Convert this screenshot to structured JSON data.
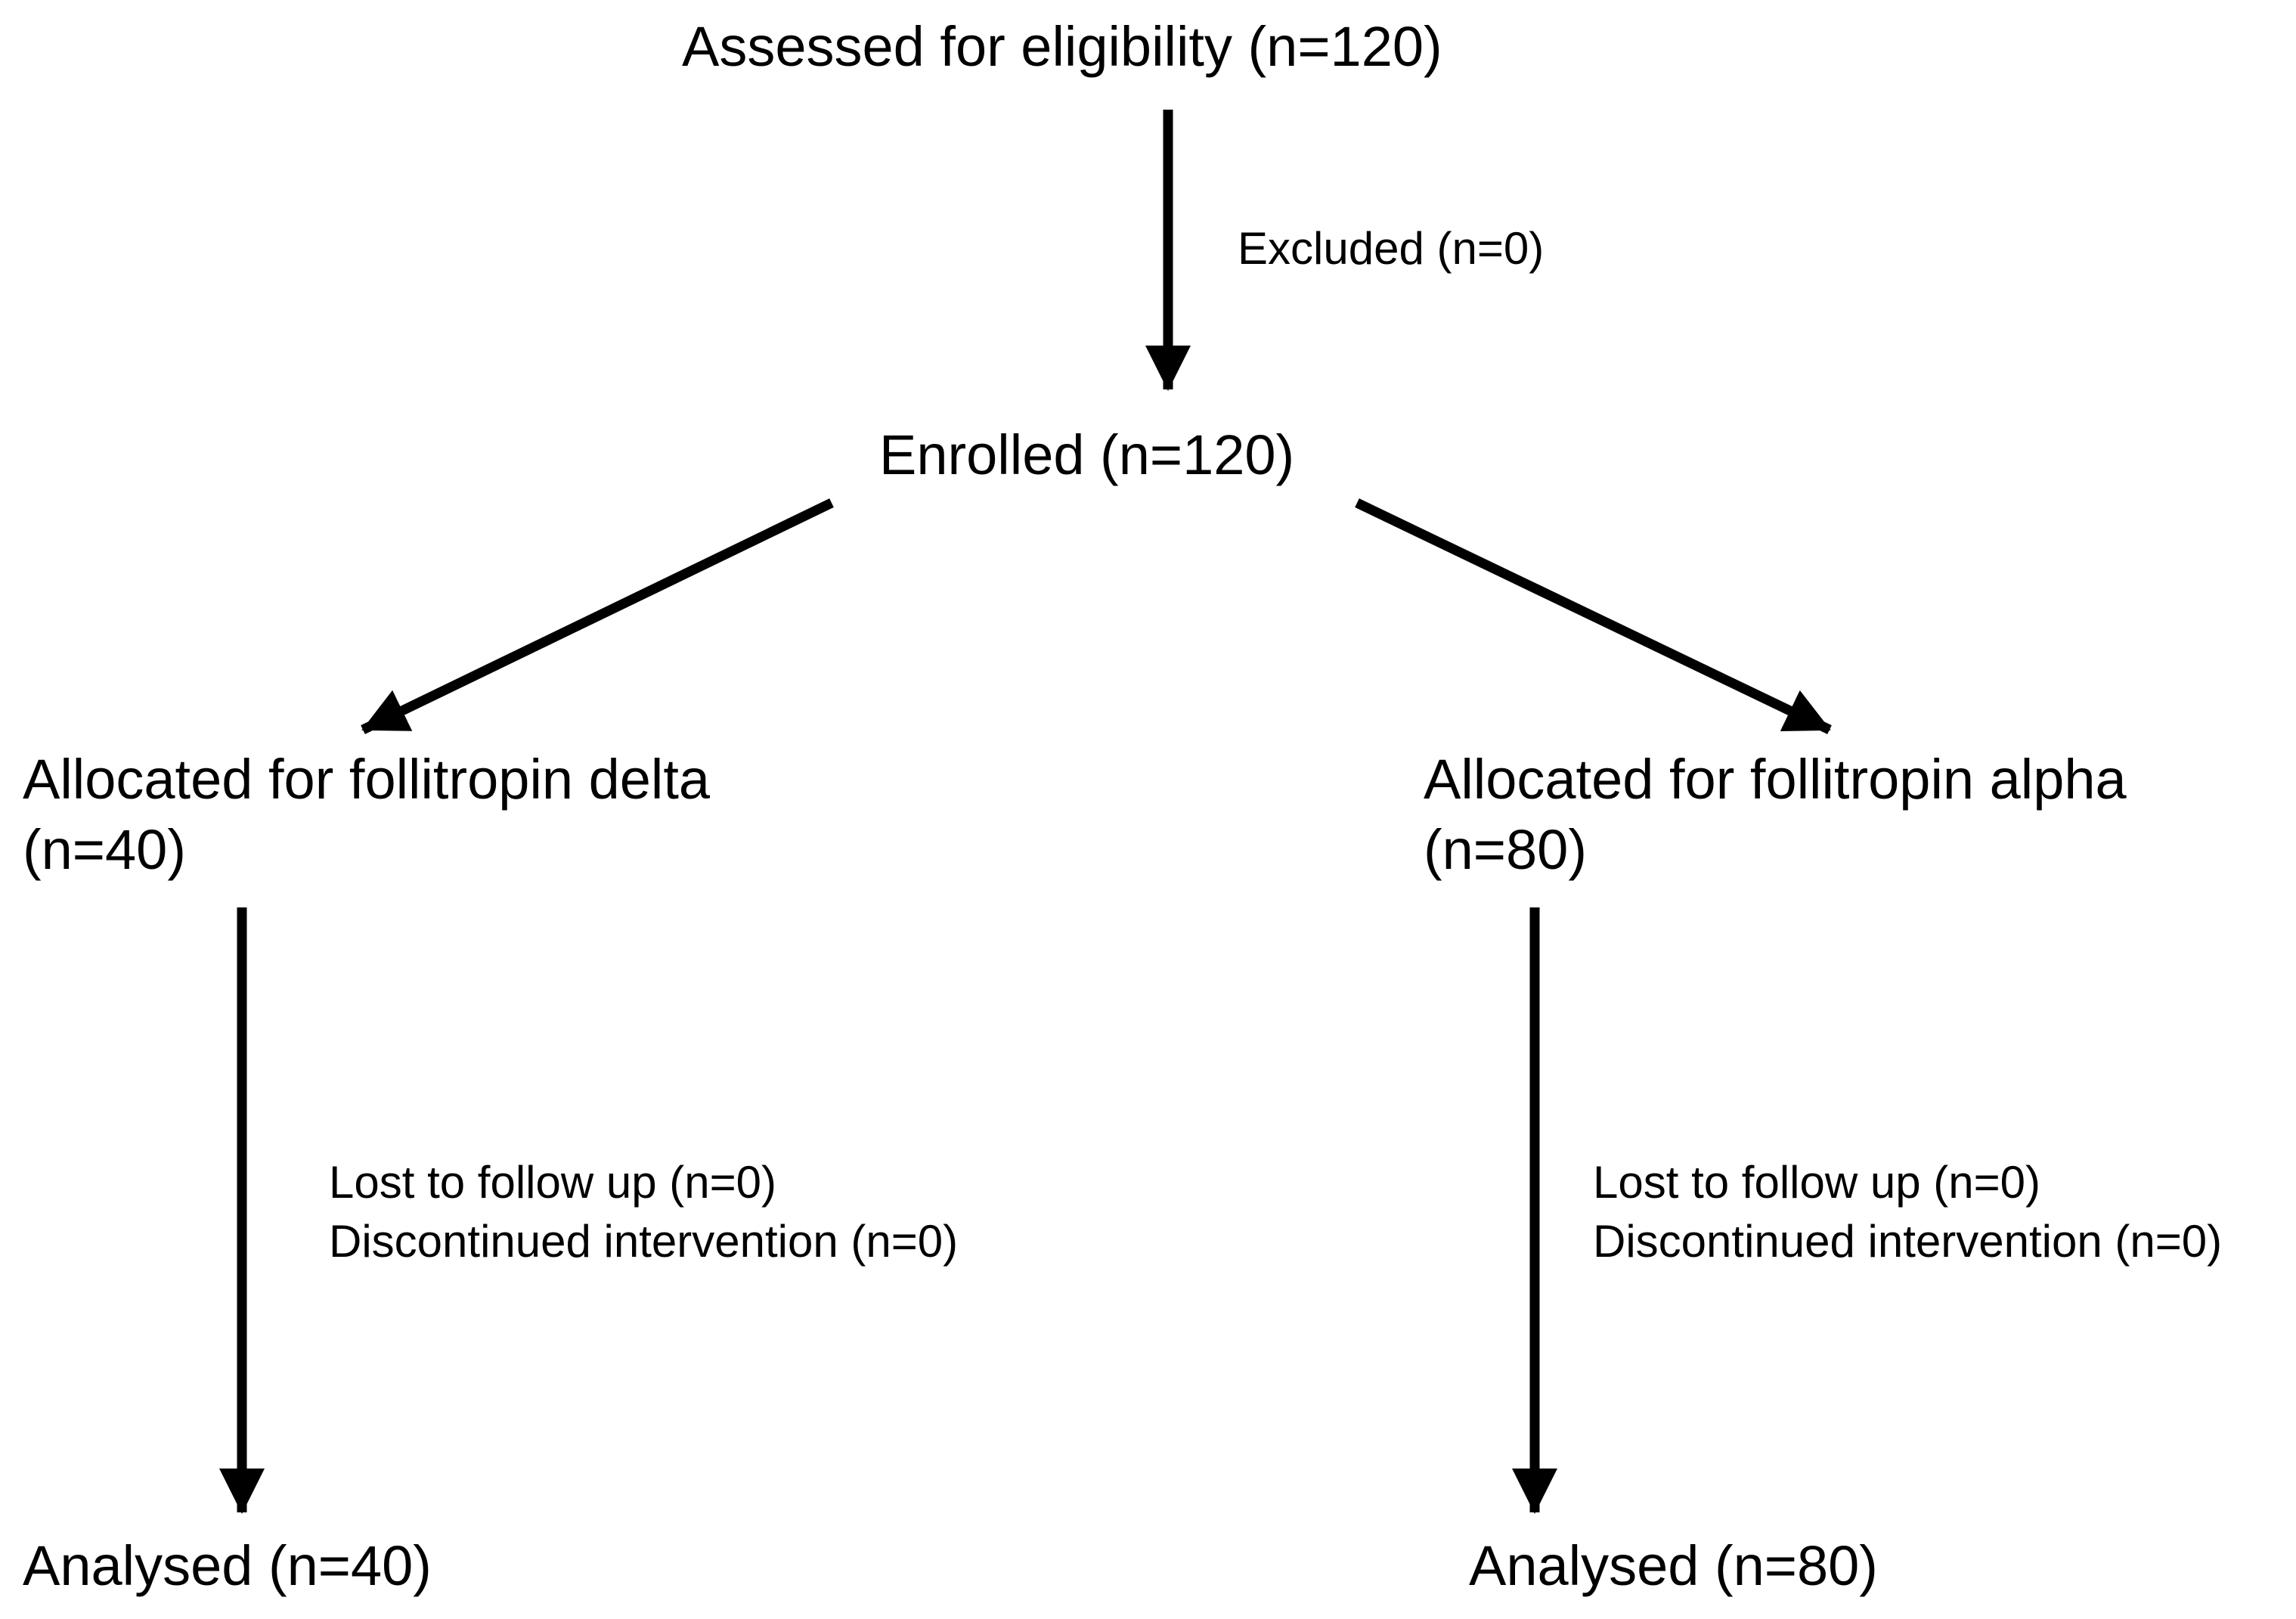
{
  "nodes": {
    "assessed": "Assessed for eligibility (n=120)",
    "enrolled": "Enrolled (n=120)",
    "allocated_delta": {
      "line1": "Allocated for follitropin delta",
      "line2": "(n=40)"
    },
    "allocated_alpha": {
      "line1": "Allocated for follitropin alpha",
      "line2": "(n=80)"
    },
    "analysed_delta": "Analysed (n=40)",
    "analysed_alpha": "Analysed (n=80)"
  },
  "side_notes": {
    "excluded": "Excluded (n=0)",
    "delta_lost": "Lost to follow up (n=0)",
    "delta_discontinued": "Discontinued intervention (n=0)",
    "alpha_lost": "Lost to follow up (n=0)",
    "alpha_discontinued": "Discontinued intervention (n=0)"
  },
  "colors": {
    "line": "#000000",
    "text": "#000000",
    "background": "#ffffff"
  }
}
